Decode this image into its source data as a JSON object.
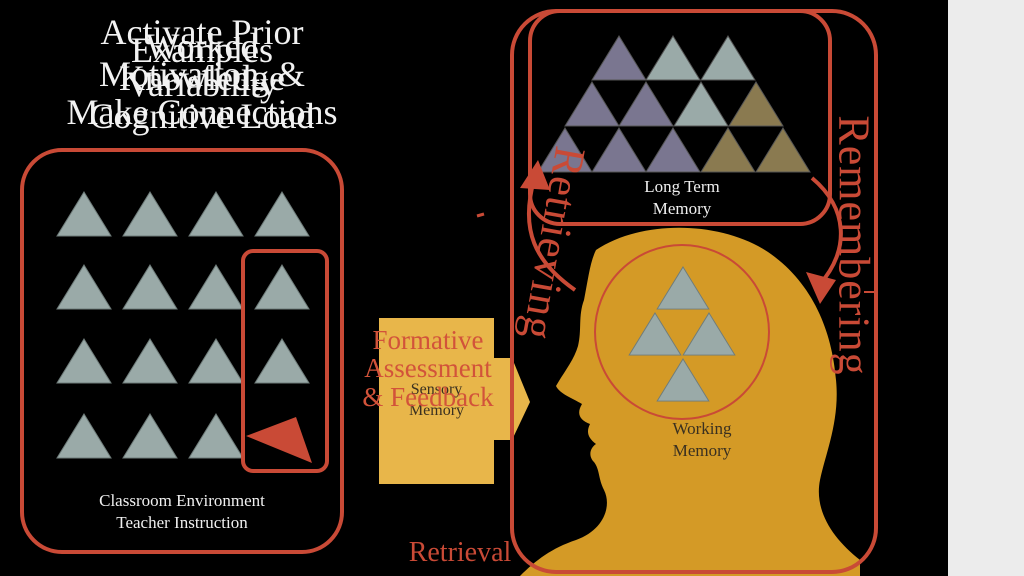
{
  "title_layers": [
    "Activate Prior",
    "Worked",
    "Motivation, &",
    "Make Connections",
    "Examples",
    "Knowledge",
    "Variability",
    "Cognitive Load"
  ],
  "classroom": {
    "label_line1": "Classroom Environment",
    "label_line2": "Teacher Instruction"
  },
  "formative": {
    "line1": "Formative",
    "line2": "Assessment",
    "line3": "& Feedback"
  },
  "sensory": {
    "line1": "Sensory",
    "line2": "Memory"
  },
  "long_term": {
    "line1": "Long Term",
    "line2": "Memory"
  },
  "working": {
    "line1": "Working",
    "line2": "Memory"
  },
  "retrieval_label": "Retrieval",
  "arrow_left_label": "Retrieving",
  "arrow_right_label": "Remembering",
  "colors": {
    "background": "#000000",
    "outline_red": "#c94a36",
    "triangle_gray": "#9aaaa8",
    "triangle_purple": "#7a7690",
    "triangle_olive": "#8a7a50",
    "sensory_box": "#e8b64a",
    "head_gold": "#d49a26"
  }
}
